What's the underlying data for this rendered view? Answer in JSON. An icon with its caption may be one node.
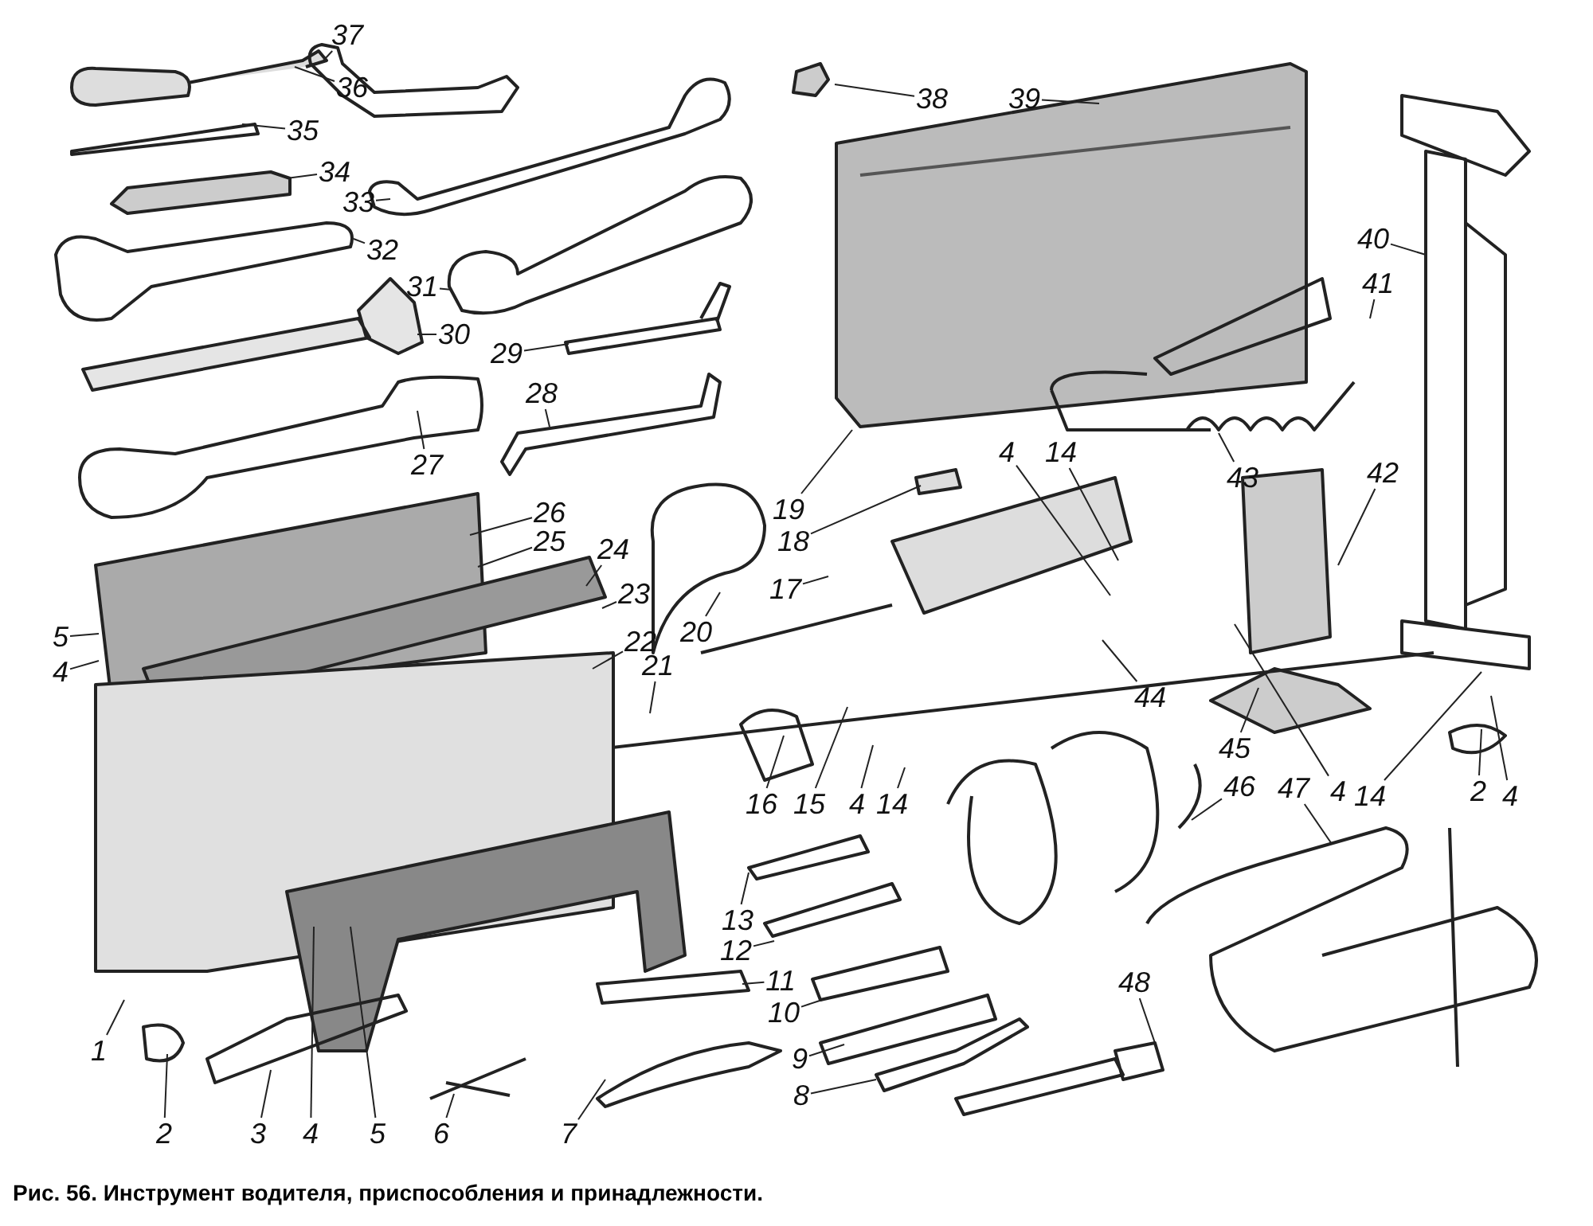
{
  "diagram": {
    "caption": "Рис. 56. Инструмент водителя, приспособления и принадлежности.",
    "nodes": [
      {
        "text": [
          "37"
        ]
      },
      {
        "text": [
          "36"
        ]
      },
      {
        "text": [
          "35"
        ]
      },
      {
        "text": [
          "34"
        ]
      },
      {
        "text": [
          "33"
        ]
      },
      {
        "text": [
          "32"
        ]
      },
      {
        "text": [
          "31"
        ]
      },
      {
        "text": [
          "30"
        ]
      },
      {
        "text": [
          "29"
        ]
      },
      {
        "text": [
          "28"
        ]
      },
      {
        "text": [
          "27"
        ]
      },
      {
        "text": [
          "38"
        ]
      },
      {
        "text": [
          "39"
        ]
      },
      {
        "text": [
          "40"
        ]
      },
      {
        "text": [
          "41"
        ]
      },
      {
        "text": [
          "43"
        ]
      },
      {
        "text": [
          "42"
        ]
      },
      {
        "text": [
          "4"
        ]
      },
      {
        "text": [
          "14"
        ]
      },
      {
        "text": [
          "19"
        ]
      },
      {
        "text": [
          "18"
        ]
      },
      {
        "text": [
          "17"
        ]
      },
      {
        "text": [
          "26"
        ]
      },
      {
        "text": [
          "25"
        ]
      },
      {
        "text": [
          "24"
        ]
      },
      {
        "text": [
          "23"
        ]
      },
      {
        "text": [
          "20"
        ]
      },
      {
        "text": [
          "22"
        ]
      },
      {
        "text": [
          "21"
        ]
      },
      {
        "text": [
          "5"
        ]
      },
      {
        "text": [
          "4"
        ]
      },
      {
        "text": [
          "44"
        ]
      },
      {
        "text": [
          "45"
        ]
      },
      {
        "text": [
          "46"
        ]
      },
      {
        "text": [
          "47"
        ]
      },
      {
        "text": [
          "4"
        ]
      },
      {
        "text": [
          "14"
        ]
      },
      {
        "text": [
          "2"
        ]
      },
      {
        "text": [
          "4"
        ]
      },
      {
        "text": [
          "16"
        ]
      },
      {
        "text": [
          "15"
        ]
      },
      {
        "text": [
          "4"
        ]
      },
      {
        "text": [
          "14"
        ]
      },
      {
        "text": [
          "13"
        ]
      },
      {
        "text": [
          "12"
        ]
      },
      {
        "text": [
          "11"
        ]
      },
      {
        "text": [
          "10"
        ]
      },
      {
        "text": [
          "9"
        ]
      },
      {
        "text": [
          "8"
        ]
      },
      {
        "text": [
          "48"
        ]
      },
      {
        "text": [
          "1"
        ]
      },
      {
        "text": [
          "2"
        ]
      },
      {
        "text": [
          "3"
        ]
      },
      {
        "text": [
          "4"
        ]
      },
      {
        "text": [
          "5"
        ]
      },
      {
        "text": [
          "6"
        ]
      },
      {
        "text": [
          "7"
        ]
      }
    ],
    "edges": [
      {
        "from": 0,
        "to": null,
        "arrow": "none"
      },
      {
        "from": 1,
        "to": null,
        "arrow": "none"
      },
      {
        "from": 2,
        "to": null,
        "arrow": "none"
      },
      {
        "from": 3,
        "to": null,
        "arrow": "none"
      },
      {
        "from": 4,
        "to": null,
        "arrow": "none"
      },
      {
        "from": 5,
        "to": null,
        "arrow": "none"
      },
      {
        "from": 6,
        "to": null,
        "arrow": "none"
      },
      {
        "from": 7,
        "to": null,
        "arrow": "none"
      },
      {
        "from": 8,
        "to": null,
        "arrow": "none"
      },
      {
        "from": 9,
        "to": null,
        "arrow": "none"
      },
      {
        "from": 10,
        "to": null,
        "arrow": "none"
      },
      {
        "from": 11,
        "to": null,
        "arrow": "none"
      },
      {
        "from": 12,
        "to": null,
        "arrow": "none"
      },
      {
        "from": 13,
        "to": null,
        "arrow": "none"
      },
      {
        "from": 14,
        "to": null,
        "arrow": "none"
      },
      {
        "from": 15,
        "to": null,
        "arrow": "none"
      },
      {
        "from": 16,
        "to": null,
        "arrow": "none"
      },
      {
        "from": 17,
        "to": null,
        "arrow": "none"
      },
      {
        "from": 18,
        "to": null,
        "arrow": "none"
      },
      {
        "from": 19,
        "to": null,
        "arrow": "none"
      },
      {
        "from": 20,
        "to": null,
        "arrow": "none"
      },
      {
        "from": 21,
        "to": null,
        "arrow": "none"
      },
      {
        "from": 22,
        "to": null,
        "arrow": "none"
      },
      {
        "from": 23,
        "to": null,
        "arrow": "none"
      },
      {
        "from": 24,
        "to": null,
        "arrow": "none"
      },
      {
        "from": 25,
        "to": null,
        "arrow": "none"
      },
      {
        "from": 26,
        "to": null,
        "arrow": "none"
      },
      {
        "from": 27,
        "to": null,
        "arrow": "none"
      },
      {
        "from": 28,
        "to": null,
        "arrow": "none"
      },
      {
        "from": 29,
        "to": null,
        "arrow": "none"
      },
      {
        "from": 30,
        "to": null,
        "arrow": "none"
      },
      {
        "from": 31,
        "to": null,
        "arrow": "none"
      },
      {
        "from": 32,
        "to": null,
        "arrow": "none"
      },
      {
        "from": 33,
        "to": null,
        "arrow": "none"
      },
      {
        "from": 34,
        "to": null,
        "arrow": "none"
      },
      {
        "from": 35,
        "to": null,
        "arrow": "none"
      },
      {
        "from": 36,
        "to": null,
        "arrow": "none"
      },
      {
        "from": 37,
        "to": null,
        "arrow": "none"
      },
      {
        "from": 38,
        "to": null,
        "arrow": "none"
      },
      {
        "from": 39,
        "to": null,
        "arrow": "none"
      },
      {
        "from": 40,
        "to": null,
        "arrow": "none"
      },
      {
        "from": 41,
        "to": null,
        "arrow": "none"
      },
      {
        "from": 42,
        "to": null,
        "arrow": "none"
      },
      {
        "from": 43,
        "to": null,
        "arrow": "none"
      },
      {
        "from": 44,
        "to": null,
        "arrow": "none"
      },
      {
        "from": 45,
        "to": null,
        "arrow": "none"
      },
      {
        "from": 46,
        "to": null,
        "arrow": "none"
      },
      {
        "from": 47,
        "to": null,
        "arrow": "none"
      },
      {
        "from": 48,
        "to": null,
        "arrow": "none"
      },
      {
        "from": 49,
        "to": null,
        "arrow": "none"
      },
      {
        "from": 50,
        "to": null,
        "arrow": "none"
      },
      {
        "from": 51,
        "to": null,
        "arrow": "none"
      },
      {
        "from": 52,
        "to": null,
        "arrow": "none"
      },
      {
        "from": 53,
        "to": null,
        "arrow": "none"
      },
      {
        "from": 54,
        "to": null,
        "arrow": "none"
      },
      {
        "from": 55,
        "to": null,
        "arrow": "none"
      },
      {
        "from": 56,
        "to": null,
        "arrow": "none"
      }
    ]
  }
}
